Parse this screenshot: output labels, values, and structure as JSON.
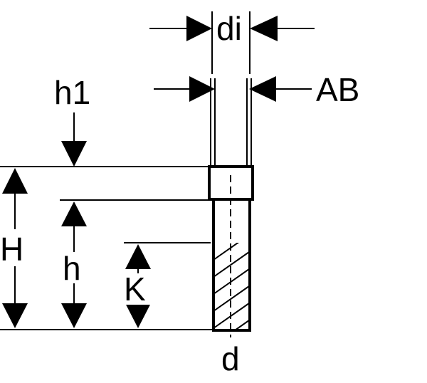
{
  "labels": {
    "di": "di",
    "ab": "AB",
    "h1": "h1",
    "H": "H",
    "h": "h",
    "K": "K",
    "d": "d"
  },
  "colors": {
    "line": "#000000",
    "background": "#ffffff"
  }
}
